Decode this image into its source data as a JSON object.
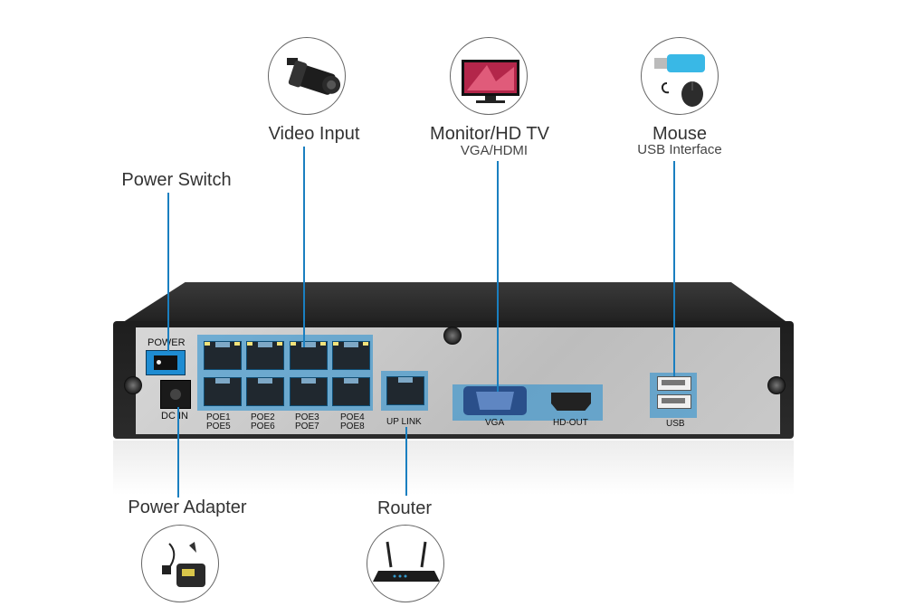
{
  "labels": {
    "video_input": "Video Input",
    "monitor": "Monitor/HD TV",
    "monitor_sub": "VGA/HDMI",
    "mouse": "Mouse",
    "mouse_sub": "USB Interface",
    "power_switch": "Power Switch",
    "power_adapter": "Power Adapter",
    "router": "Router"
  },
  "panel": {
    "power": "POWER",
    "dc_in": "DC  IN",
    "poe_top": [
      "POE1",
      "POE2",
      "POE3",
      "POE4"
    ],
    "poe_bottom": [
      "POE5",
      "POE6",
      "POE7",
      "POE8"
    ],
    "uplink": "UP LINK",
    "vga": "VGA",
    "hdout": "HD-OUT",
    "usb": "USB"
  },
  "colors": {
    "callout_line": "#1a7fc0",
    "port_highlight": "#1e8cd2"
  },
  "icons": [
    "camera-icon",
    "monitor-icon",
    "usb-mouse-icon",
    "power-adapter-icon",
    "router-icon"
  ]
}
